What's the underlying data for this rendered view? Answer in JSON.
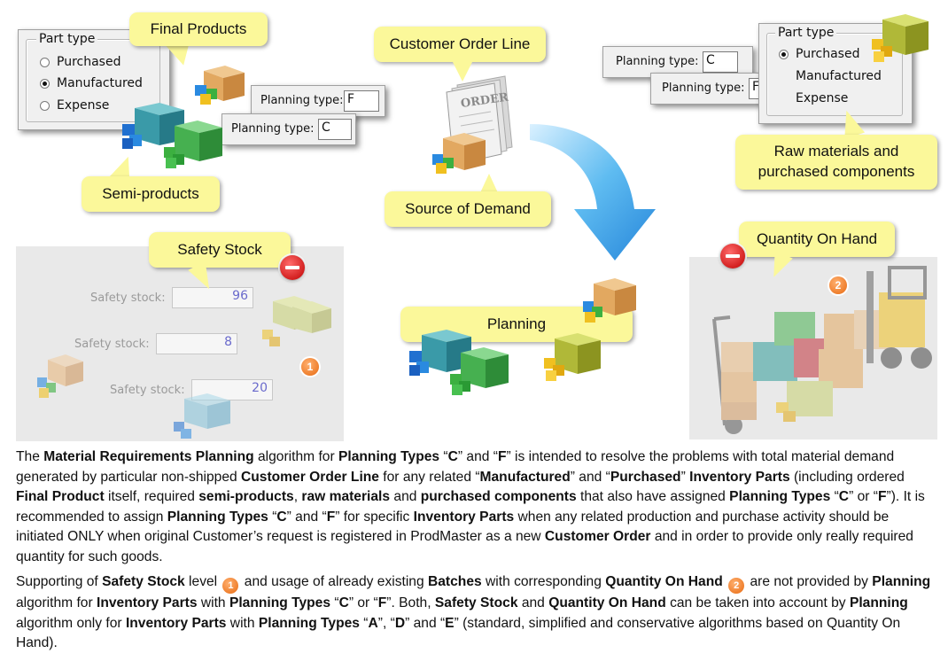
{
  "top_left_dialog": {
    "legend": "Part type",
    "options": [
      {
        "label": "Purchased",
        "selected": false
      },
      {
        "label": "Manufactured",
        "selected": true
      },
      {
        "label": "Expense",
        "selected": false
      }
    ]
  },
  "planning_f_box": {
    "label": "Planning type:",
    "value": "F"
  },
  "planning_c_box": {
    "label": "Planning type:",
    "value": "C"
  },
  "right_planning_c_box": {
    "label": "Planning type:",
    "value": "C"
  },
  "right_planning_f_box": {
    "label": "Planning type:",
    "value": "F"
  },
  "right_dialog": {
    "legend": "Part type",
    "options": [
      {
        "label": "Purchased",
        "selected": true
      },
      {
        "label": "Manufactured",
        "selected": false
      },
      {
        "label": "Expense",
        "selected": false
      }
    ]
  },
  "callouts": {
    "final_products": "Final Products",
    "customer_order_line": "Customer Order Line",
    "semi_products": "Semi-products",
    "source_of_demand": "Source of Demand",
    "raw_materials_line1": "Raw materials and",
    "raw_materials_line2": "purchased components",
    "safety_stock": "Safety Stock",
    "quantity_on_hand": "Quantity On Hand",
    "planning": "Planning"
  },
  "order_doc_label": "ORDER",
  "safety_stock_panel": {
    "rows": [
      {
        "label": "Safety stock:",
        "value": "96"
      },
      {
        "label": "Safety stock:",
        "value": "8"
      },
      {
        "label": "Safety stock:",
        "value": "20"
      }
    ],
    "badge": "1"
  },
  "qoh_panel": {
    "badge": "2"
  },
  "paragraph1": {
    "t1": "The ",
    "b1": "Material Requirements Planning",
    "t2": " algorithm for ",
    "b2": "Planning Types",
    "t3": " “",
    "b3": "C",
    "t4": "” and “",
    "b4": "F",
    "t5": "” is intended to resolve the problems with total material demand generated by particular non-shipped ",
    "b5": "Customer Order Line",
    "t6": " for any related “",
    "b6": "Manufactured",
    "t7": "” and “",
    "b7": "Purchased",
    "t8": "” ",
    "b8": "Inventory Parts",
    "t9": " (including ordered ",
    "b9": "Final Product",
    "t10": " itself, required ",
    "b10": "semi-products",
    "t11": ", ",
    "b11": "raw materials",
    "t12": " and ",
    "b12": "purchased components",
    "t13": " that also have assigned ",
    "b13": "Planning Types",
    "t14": " “",
    "b14": "C",
    "t15": "” or “",
    "b15": "F",
    "t16": "”).  It is recommended to assign ",
    "b16": "Planning Types",
    "t17": " “",
    "b17": "C",
    "t18": "” and “",
    "b18": "F",
    "t19": "” for specific ",
    "b19": "Inventory Parts",
    "t20": " when any related production and purchase activity should be initiated ONLY when original Customer’s request is registered in ProdMaster as a new ",
    "b20": "Customer Order",
    "t21": " and in order to provide only really required quantity for such goods."
  },
  "paragraph2": {
    "t1": "Supporting of ",
    "b1": "Safety Stock",
    "t2": " level ",
    "badge1": "1",
    "t3": " and usage of already existing ",
    "b2": "Batches",
    "t4": " with corresponding ",
    "b3": "Quantity On Hand",
    "badge2": "2",
    "t5": " are not provided by ",
    "b4": "Planning",
    "t6": " algorithm for ",
    "b5": "Inventory Parts",
    "t7": " with ",
    "b6": "Planning Types",
    "t8": " “",
    "b7": "C",
    "t9": "” or “",
    "b8": "F",
    "t10": "”.  Both, ",
    "b9": "Safety Stock",
    "t11": " and ",
    "b10": "Quantity On Hand",
    "t12": " can be taken into account by ",
    "b11": "Planning",
    "t13": " algorithm only for ",
    "b12": "Inventory Parts",
    "t14": " with ",
    "b13": "Planning Types",
    "t15": " “",
    "b14": "A",
    "t16": "”, “",
    "b15": "D",
    "t17": "” and “",
    "b16": "E",
    "t18": "” (standard, simplified and conservative algorithms based on Quantity On Hand)."
  },
  "colors": {
    "callout": "#fbf89a",
    "arrow": "#1e90e0",
    "badge": "#e86a10",
    "no_entry": "#c00000"
  }
}
